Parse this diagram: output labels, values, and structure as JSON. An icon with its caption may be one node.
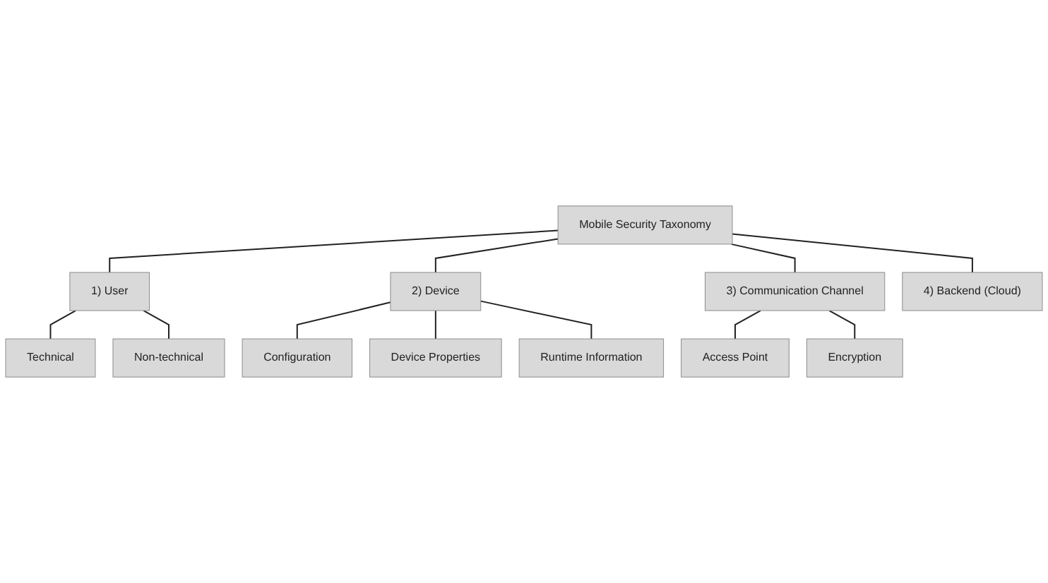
{
  "diagram": {
    "nodes": [
      {
        "text": [
          "Mobile Security Taxonomy"
        ]
      },
      {
        "text": [
          "1) User"
        ]
      },
      {
        "text": [
          "2) Device"
        ]
      },
      {
        "text": [
          "3) Communication Channel"
        ]
      },
      {
        "text": [
          "4) Backend (Cloud)"
        ]
      },
      {
        "text": [
          "Technical"
        ]
      },
      {
        "text": [
          "Non-technical"
        ]
      },
      {
        "text": [
          "Configuration"
        ]
      },
      {
        "text": [
          "Device Properties"
        ]
      },
      {
        "text": [
          "Runtime Information"
        ]
      },
      {
        "text": [
          "Access Point"
        ]
      },
      {
        "text": [
          "Encryption"
        ]
      }
    ],
    "edges": [
      {
        "from": 0,
        "to": 1,
        "arrow": "none"
      },
      {
        "from": 0,
        "to": 2,
        "arrow": "none"
      },
      {
        "from": 0,
        "to": 3,
        "arrow": "none"
      },
      {
        "from": 0,
        "to": 4,
        "arrow": "none"
      },
      {
        "from": 1,
        "to": 5,
        "arrow": "none"
      },
      {
        "from": 1,
        "to": 6,
        "arrow": "none"
      },
      {
        "from": 2,
        "to": 7,
        "arrow": "none"
      },
      {
        "from": 2,
        "to": 8,
        "arrow": "none"
      },
      {
        "from": 2,
        "to": 9,
        "arrow": "none"
      },
      {
        "from": 3,
        "to": 10,
        "arrow": "none"
      },
      {
        "from": 3,
        "to": 11,
        "arrow": "none"
      }
    ]
  }
}
